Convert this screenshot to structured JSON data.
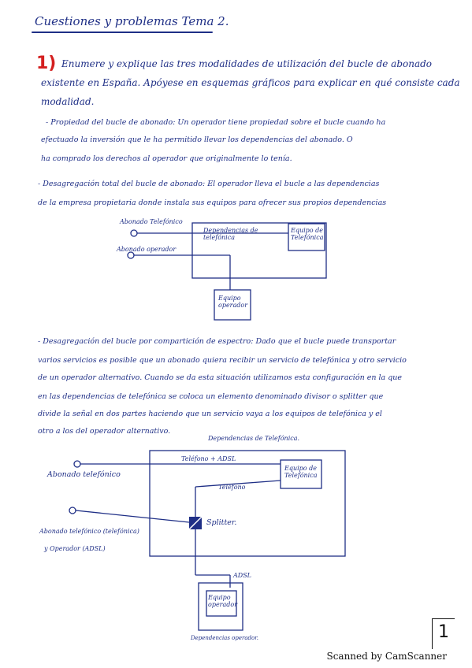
{
  "title": "Cuestiones y problemas Tema 2.",
  "question": {
    "number": "1)",
    "lines": [
      "Enumere y explique las tres modalidades de utilización del bucle de abonado",
      "existente en España. Apóyese en esquemas gráficos para explicar en qué consiste cada",
      "modalidad."
    ]
  },
  "section1": {
    "lines": [
      "- Propiedad del bucle de abonado: Un operador tiene propiedad sobre el bucle cuando ha",
      "efectuado la inversión que le ha permitido llevar los dependencias del abonado. O",
      "ha comprado los derechos al operador que originalmente lo tenía."
    ]
  },
  "section2": {
    "lines": [
      "- Desagregación total del bucle de abonado: El operador lleva el bucle a las dependencias",
      "de la empresa propietaria donde instala sus equipos para ofrecer sus propios dependencias"
    ],
    "diagram": {
      "abonado_telefonico": "Abonado Telefónico",
      "abonado_operador": "Abonado operador",
      "dependencias": "Dependencias de telefónica",
      "equipo_telefonica": "Equipo de Telefónica",
      "equipo_operador": "Equipo operador"
    }
  },
  "section3": {
    "lines": [
      "- Desagregación del bucle por compartición de espectro: Dado que el bucle puede transportar",
      "varios servicios es posible que un abonado quiera recibir un servicio de telefónica y otro servicio",
      "de un operador alternativo. Cuando se da esta situación utilizamos esta configuración en la que",
      "en las dependencias de telefónica se coloca un elemento denominado divisor o splitter que",
      "divide la señal en dos partes haciendo que un servicio vaya a los equipos de telefónica y el",
      "otro a los del operador alternativo."
    ],
    "diagram": {
      "dependencias": "Dependencias de Telefónica.",
      "telefono_adsl": "Teléfono + ADSL",
      "telefono": "Teléfono",
      "equipo_telefonica": "Equipo de Telefónica",
      "abonado_telefonico": "Abonado telefónico",
      "abonado_mixto_1": "Abonado telefónico (telefónica)",
      "abonado_mixto_2": "y Operador (ADSL)",
      "splitter": "Splitter.",
      "adsl": "ADSL",
      "equipo_operador": "Equipo operador",
      "dependencias_operador": "Dependencias operador."
    }
  },
  "footer": {
    "page_number": "1",
    "brand": "Scanned by CamScanner"
  },
  "colors": {
    "ink": "#1f2f86",
    "accent_red": "#d42020"
  }
}
